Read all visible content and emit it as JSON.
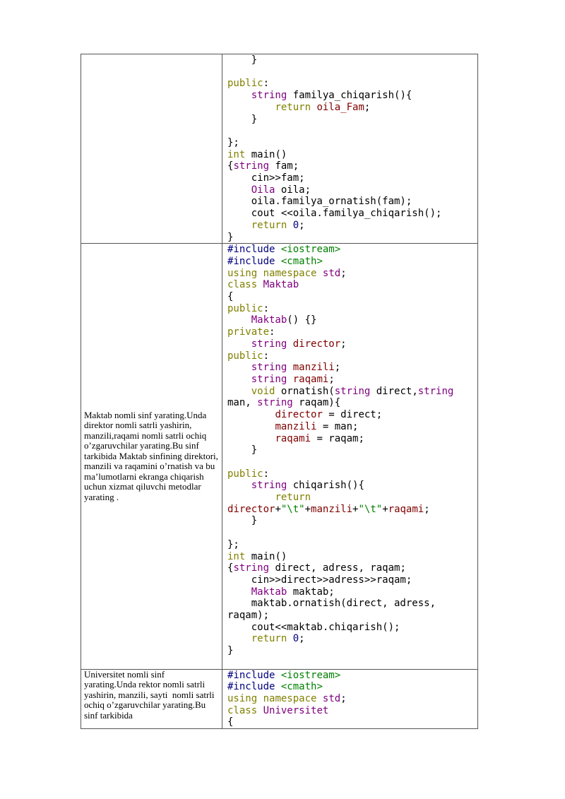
{
  "rows": [
    {
      "description": "",
      "code": [
        [
          [
            "    }",
            "plain"
          ]
        ],
        [
          [
            "",
            "plain"
          ]
        ],
        [
          [
            "public",
            "kw"
          ],
          [
            ":",
            "plain"
          ]
        ],
        [
          [
            "    ",
            "plain"
          ],
          [
            "string",
            "type"
          ],
          [
            " familya_chiqarish(){",
            "plain"
          ]
        ],
        [
          [
            "        ",
            "plain"
          ],
          [
            "return",
            "kw"
          ],
          [
            " ",
            "plain"
          ],
          [
            "oila_Fam",
            "mem"
          ],
          [
            ";",
            "plain"
          ]
        ],
        [
          [
            "    }",
            "plain"
          ]
        ],
        [
          [
            "",
            "plain"
          ]
        ],
        [
          [
            "};",
            "plain"
          ]
        ],
        [
          [
            "int",
            "kw"
          ],
          [
            " main()",
            "plain"
          ]
        ],
        [
          [
            "{",
            "plain"
          ],
          [
            "string",
            "type"
          ],
          [
            " fam;",
            "plain"
          ]
        ],
        [
          [
            "    cin>>fam;",
            "plain"
          ]
        ],
        [
          [
            "    ",
            "plain"
          ],
          [
            "Oila",
            "type"
          ],
          [
            " oila;",
            "plain"
          ]
        ],
        [
          [
            "    oila.familya_ornatish(fam);",
            "plain"
          ]
        ],
        [
          [
            "    cout <<oila.familya_chiqarish();",
            "plain"
          ]
        ],
        [
          [
            "    ",
            "plain"
          ],
          [
            "return",
            "kw"
          ],
          [
            " ",
            "plain"
          ],
          [
            "0",
            "num"
          ],
          [
            ";",
            "plain"
          ]
        ],
        [
          [
            "}",
            "plain"
          ]
        ]
      ]
    },
    {
      "description": "Maktab nomli sinf yarating.Unda direktor nomli satrli yashirin, manzili,raqami nomli satrli ochiq o’zgaruvchilar yarating.Bu sinf tarkibida Maktab sinfining direktori, manzili va raqamini o’rnatish va bu ma’lumotlarni ekranga chiqarish uchun xizmat qiluvchi metodlar yarating .",
      "code": [
        [
          [
            "#include",
            "pp"
          ],
          [
            " ",
            "plain"
          ],
          [
            "<iostream>",
            "inc"
          ]
        ],
        [
          [
            "#include",
            "pp"
          ],
          [
            " ",
            "plain"
          ],
          [
            "<cmath>",
            "inc"
          ]
        ],
        [
          [
            "using",
            "kw"
          ],
          [
            " ",
            "plain"
          ],
          [
            "namespace",
            "kw"
          ],
          [
            " ",
            "plain"
          ],
          [
            "std",
            "type"
          ],
          [
            ";",
            "plain"
          ]
        ],
        [
          [
            "class",
            "kw"
          ],
          [
            " ",
            "plain"
          ],
          [
            "Maktab",
            "type"
          ]
        ],
        [
          [
            "{",
            "plain"
          ]
        ],
        [
          [
            "public",
            "kw"
          ],
          [
            ":",
            "plain"
          ]
        ],
        [
          [
            "    ",
            "plain"
          ],
          [
            "Maktab",
            "type"
          ],
          [
            "() {}",
            "plain"
          ]
        ],
        [
          [
            "private",
            "kw"
          ],
          [
            ":",
            "plain"
          ]
        ],
        [
          [
            "    ",
            "plain"
          ],
          [
            "string",
            "type"
          ],
          [
            " ",
            "plain"
          ],
          [
            "director",
            "mem"
          ],
          [
            ";",
            "plain"
          ]
        ],
        [
          [
            "public",
            "kw"
          ],
          [
            ":",
            "plain"
          ]
        ],
        [
          [
            "    ",
            "plain"
          ],
          [
            "string",
            "type"
          ],
          [
            " ",
            "plain"
          ],
          [
            "manzili",
            "mem"
          ],
          [
            ";",
            "plain"
          ]
        ],
        [
          [
            "    ",
            "plain"
          ],
          [
            "string",
            "type"
          ],
          [
            " ",
            "plain"
          ],
          [
            "raqami",
            "mem"
          ],
          [
            ";",
            "plain"
          ]
        ],
        [
          [
            "    ",
            "plain"
          ],
          [
            "void",
            "kw"
          ],
          [
            " ornatish(",
            "plain"
          ],
          [
            "string",
            "type"
          ],
          [
            " direct,",
            "plain"
          ],
          [
            "string",
            "type"
          ]
        ],
        [
          [
            "man, ",
            "plain"
          ],
          [
            "string",
            "type"
          ],
          [
            " raqam){",
            "plain"
          ]
        ],
        [
          [
            "        ",
            "plain"
          ],
          [
            "director",
            "mem"
          ],
          [
            " = direct;",
            "plain"
          ]
        ],
        [
          [
            "        ",
            "plain"
          ],
          [
            "manzili",
            "mem"
          ],
          [
            " = man;",
            "plain"
          ]
        ],
        [
          [
            "        ",
            "plain"
          ],
          [
            "raqami",
            "mem"
          ],
          [
            " = raqam;",
            "plain"
          ]
        ],
        [
          [
            "    }",
            "plain"
          ]
        ],
        [
          [
            "",
            "plain"
          ]
        ],
        [
          [
            "public",
            "kw"
          ],
          [
            ":",
            "plain"
          ]
        ],
        [
          [
            "    ",
            "plain"
          ],
          [
            "string",
            "type"
          ],
          [
            " chiqarish(){",
            "plain"
          ]
        ],
        [
          [
            "        ",
            "plain"
          ],
          [
            "return",
            "kw"
          ]
        ],
        [
          [
            "director",
            "mem"
          ],
          [
            "+",
            "plain"
          ],
          [
            "\"\\t\"",
            "str"
          ],
          [
            "+",
            "plain"
          ],
          [
            "manzili",
            "mem"
          ],
          [
            "+",
            "plain"
          ],
          [
            "\"\\t\"",
            "str"
          ],
          [
            "+",
            "plain"
          ],
          [
            "raqami",
            "mem"
          ],
          [
            ";",
            "plain"
          ]
        ],
        [
          [
            "    }",
            "plain"
          ]
        ],
        [
          [
            "",
            "plain"
          ]
        ],
        [
          [
            "};",
            "plain"
          ]
        ],
        [
          [
            "int",
            "kw"
          ],
          [
            " main()",
            "plain"
          ]
        ],
        [
          [
            "{",
            "plain"
          ],
          [
            "string",
            "type"
          ],
          [
            " direct, adress, raqam;",
            "plain"
          ]
        ],
        [
          [
            "    cin>>direct>>adress>>raqam;",
            "plain"
          ]
        ],
        [
          [
            "    ",
            "plain"
          ],
          [
            "Maktab",
            "type"
          ],
          [
            " maktab;",
            "plain"
          ]
        ],
        [
          [
            "    maktab.ornatish(direct, adress,",
            "plain"
          ]
        ],
        [
          [
            "raqam);",
            "plain"
          ]
        ],
        [
          [
            "    cout<<maktab.chiqarish();",
            "plain"
          ]
        ],
        [
          [
            "    ",
            "plain"
          ],
          [
            "return",
            "kw"
          ],
          [
            " ",
            "plain"
          ],
          [
            "0",
            "num"
          ],
          [
            ";",
            "plain"
          ]
        ],
        [
          [
            "}",
            "plain"
          ]
        ],
        [
          [
            "",
            "plain"
          ]
        ]
      ]
    },
    {
      "description": "Universitet nomli sinf yarating.Unda rektor nomli satrli yashirin, manzili, sayti  nomli satrli ochiq o’zgaruvchilar yarating.Bu sinf tarkibida",
      "code": [
        [
          [
            "#include",
            "pp"
          ],
          [
            " ",
            "plain"
          ],
          [
            "<iostream>",
            "inc"
          ]
        ],
        [
          [
            "#include",
            "pp"
          ],
          [
            " ",
            "plain"
          ],
          [
            "<cmath>",
            "inc"
          ]
        ],
        [
          [
            "using",
            "kw"
          ],
          [
            " ",
            "plain"
          ],
          [
            "namespace",
            "kw"
          ],
          [
            " ",
            "plain"
          ],
          [
            "std",
            "type"
          ],
          [
            ";",
            "plain"
          ]
        ],
        [
          [
            "class",
            "kw"
          ],
          [
            " ",
            "plain"
          ],
          [
            "Universitet",
            "type"
          ]
        ],
        [
          [
            "{",
            "plain"
          ]
        ]
      ]
    }
  ]
}
